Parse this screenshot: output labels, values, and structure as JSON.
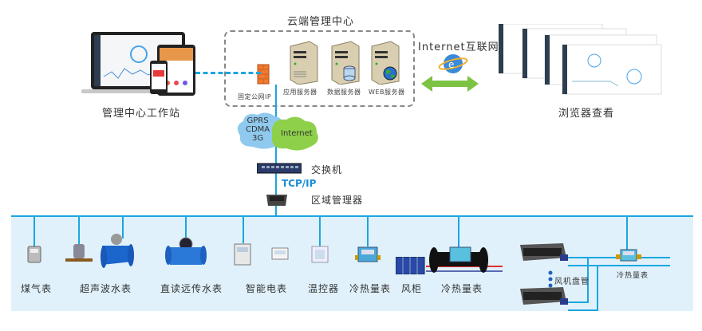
{
  "cloud_center": {
    "title": "云端管理中心",
    "firewall_label": "固定公网IP",
    "servers": [
      {
        "label": "应用服务器",
        "badge": "none"
      },
      {
        "label": "数据服务器",
        "badge": "database"
      },
      {
        "label": "WEB服务器",
        "badge": "globe"
      }
    ]
  },
  "workstation": {
    "label": "管理中心工作站"
  },
  "internet_link": {
    "label": "Internet互联网"
  },
  "browser": {
    "label": "浏览器查看"
  },
  "network": {
    "cloud_left_lines": [
      "GPRS",
      "CDMA",
      "3G"
    ],
    "cloud_right": "Internet",
    "switch_label": "交换机",
    "protocol": "TCP/IP",
    "manager_label": "区域管理器"
  },
  "devices": [
    {
      "label": "煤气表"
    },
    {
      "label": "超声波水表"
    },
    {
      "label": "直读远传水表"
    },
    {
      "label": "智能电表"
    },
    {
      "label": "温控器"
    },
    {
      "label": "冷热量表"
    },
    {
      "label": "风柜"
    },
    {
      "label": "冷热量表"
    },
    {
      "label": "风机盘管"
    },
    {
      "label": "冷热量表"
    }
  ],
  "colors": {
    "bus": "#1aa6e0",
    "panel": "#e0f1fb",
    "arrow": "#7cc243",
    "protocol": "#1a8ed6"
  }
}
